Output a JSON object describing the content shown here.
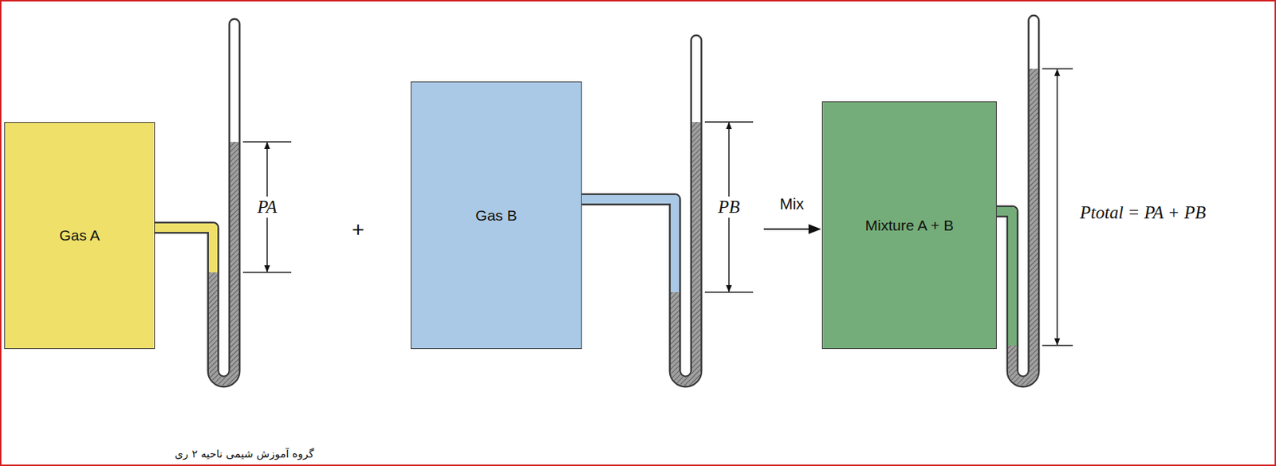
{
  "diagram": {
    "nodes": [
      {
        "text": [
          "Gas A"
        ]
      },
      {
        "text": [
          "Gas B"
        ]
      },
      {
        "text": [
          "Mixture A + B"
        ]
      }
    ],
    "edges": [
      {
        "from": 1,
        "to": 2,
        "arrow": "to",
        "label": "Mix"
      }
    ],
    "labels": [
      "PA",
      "+",
      "PB",
      "Ptotal = PA + PB",
      "گروه آموزش شیمی ناحیه ۲ ری"
    ]
  }
}
